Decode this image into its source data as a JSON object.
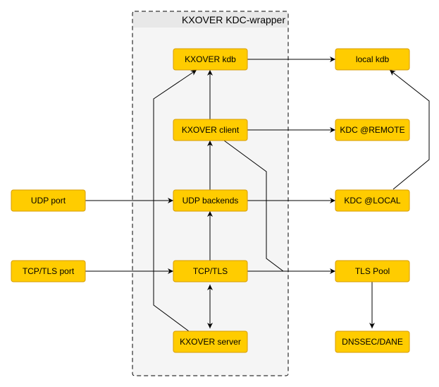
{
  "container": {
    "title": "KXOVER KDC-wrapper"
  },
  "nodes": {
    "kxover_kdb": "KXOVER kdb",
    "local_kdb": "local kdb",
    "kxover_client": "KXOVER client",
    "kdc_remote": "KDC @REMOTE",
    "udp_port": "UDP port",
    "udp_backends": "UDP backends",
    "kdc_local": "KDC @LOCAL",
    "tcp_tls_port": "TCP/TLS port",
    "tcp_tls": "TCP/TLS",
    "tls_pool": "TLS Pool",
    "kxover_server": "KXOVER server",
    "dnssec_dane": "DNSSEC/DANE"
  },
  "colors": {
    "node_fill": "#ffcc00",
    "node_stroke": "#d79b00",
    "container_fill": "#f5f5f5",
    "edge": "#000000"
  }
}
